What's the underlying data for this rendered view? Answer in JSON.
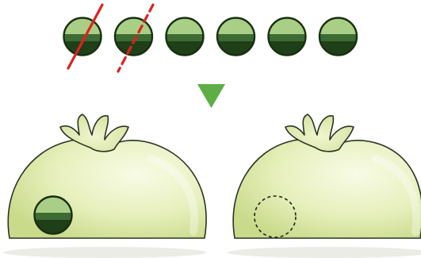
{
  "colors": {
    "token_light": "#a9cf86",
    "token_mid": "#3c6b34",
    "token_dark": "#1f3f18",
    "token_outline": "#17300f",
    "strike": "#e02020",
    "arrow": "#5cae45",
    "sack_fill": "#eaf2c2",
    "sack_shade": "#cbdc8e",
    "sack_outline": "#2b3324",
    "missing_outline": "#222222"
  },
  "row": {
    "token_count": 6,
    "struck_solid_index": 0,
    "struck_dashed_index": 1
  },
  "arrow_icon": "down-triangle",
  "sacks": [
    {
      "name": "left",
      "contains_token": true
    },
    {
      "name": "right",
      "contains_token": false,
      "dashed_placeholder": true
    }
  ]
}
